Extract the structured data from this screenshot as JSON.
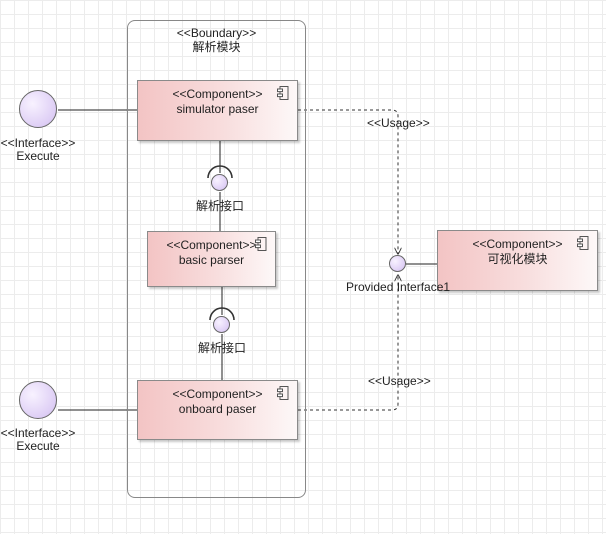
{
  "boundary": {
    "stereotype": "<<Boundary>>",
    "name": "解析模块"
  },
  "components": {
    "simulator": {
      "stereotype": "<<Component>>",
      "name": "simulator paser"
    },
    "basic": {
      "stereotype": "<<Component>>",
      "name": "basic parser"
    },
    "onboard": {
      "stereotype": "<<Component>>",
      "name": "onboard paser"
    },
    "visual": {
      "stereotype": "<<Component>>",
      "name": "可视化模块"
    }
  },
  "interfaces": {
    "execute_top": {
      "stereotype": "<<Interface>>",
      "name": "Execute"
    },
    "execute_bottom": {
      "stereotype": "<<Interface>>",
      "name": "Execute"
    }
  },
  "provided": {
    "parse_top": "解析接口",
    "parse_bottom": "解析接口",
    "provided_interface1": "Provided Interface1"
  },
  "dependencies": {
    "usage_top": "<<Usage>>",
    "usage_bottom": "<<Usage>>"
  }
}
